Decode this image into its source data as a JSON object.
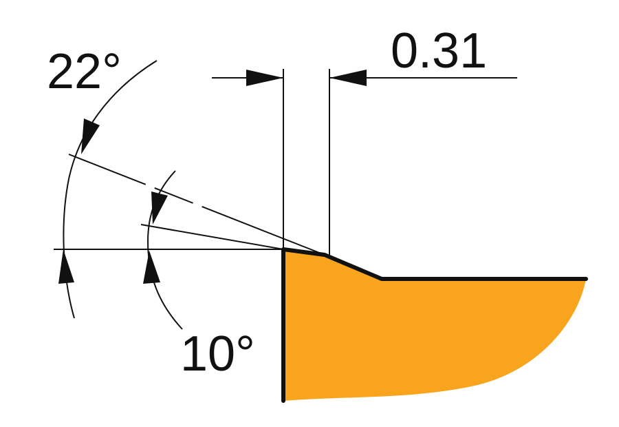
{
  "labels": {
    "angle_large": "22°",
    "angle_small": "10°",
    "chamfer_width": "0.31"
  },
  "colors": {
    "insert_fill": "#F8A51D",
    "line": "#111111",
    "background": "#FFFFFF"
  }
}
